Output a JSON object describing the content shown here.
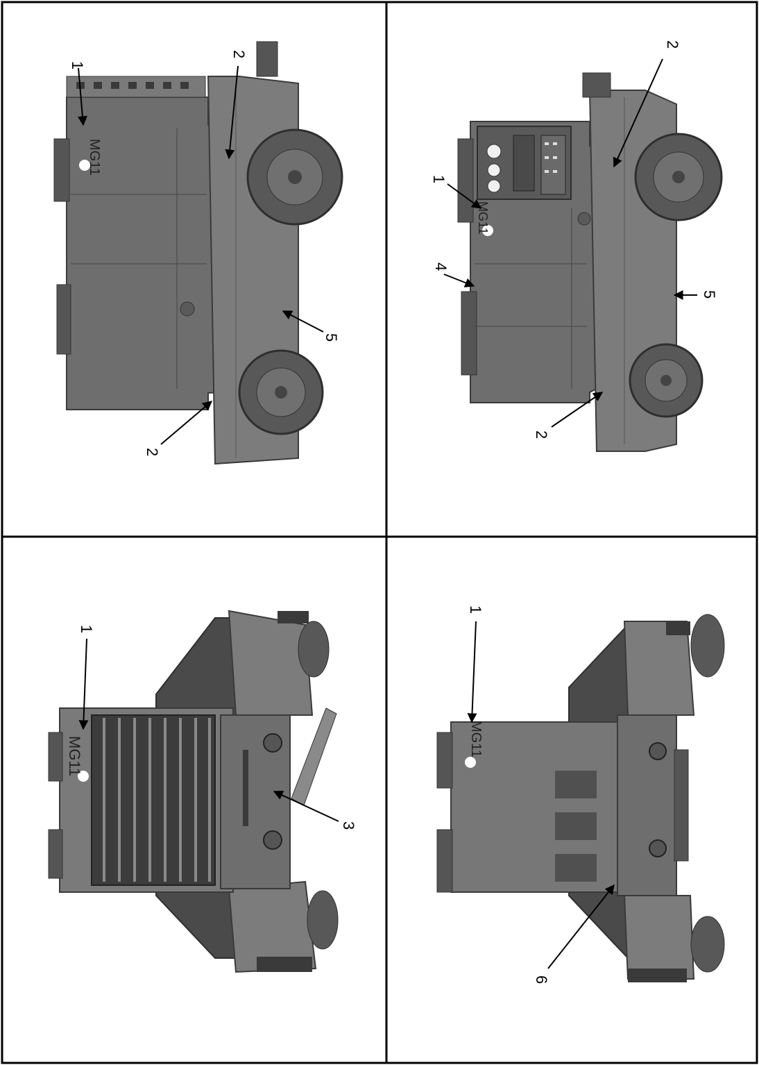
{
  "figure": {
    "panels": [
      {
        "id": "top-left",
        "view": "left side",
        "unit_marking": "MG11",
        "callouts": [
          "1",
          "2",
          "2",
          "5"
        ]
      },
      {
        "id": "top-right",
        "view": "right side with control panel",
        "unit_marking": "MG11",
        "callouts": [
          "1",
          "2",
          "2",
          "4",
          "5"
        ]
      },
      {
        "id": "bottom-left",
        "view": "end with radiator grille",
        "unit_marking": "MG11",
        "callouts": [
          "1",
          "3"
        ]
      },
      {
        "id": "bottom-right",
        "view": "opposite end",
        "unit_marking": "MG11",
        "callouts": [
          "1",
          "6"
        ]
      }
    ]
  },
  "colors": {
    "body": "#6e6e6e",
    "body_dark": "#4a4a4a",
    "body_light": "#8c8c8c",
    "tire": "#585858",
    "border": "#000000"
  }
}
